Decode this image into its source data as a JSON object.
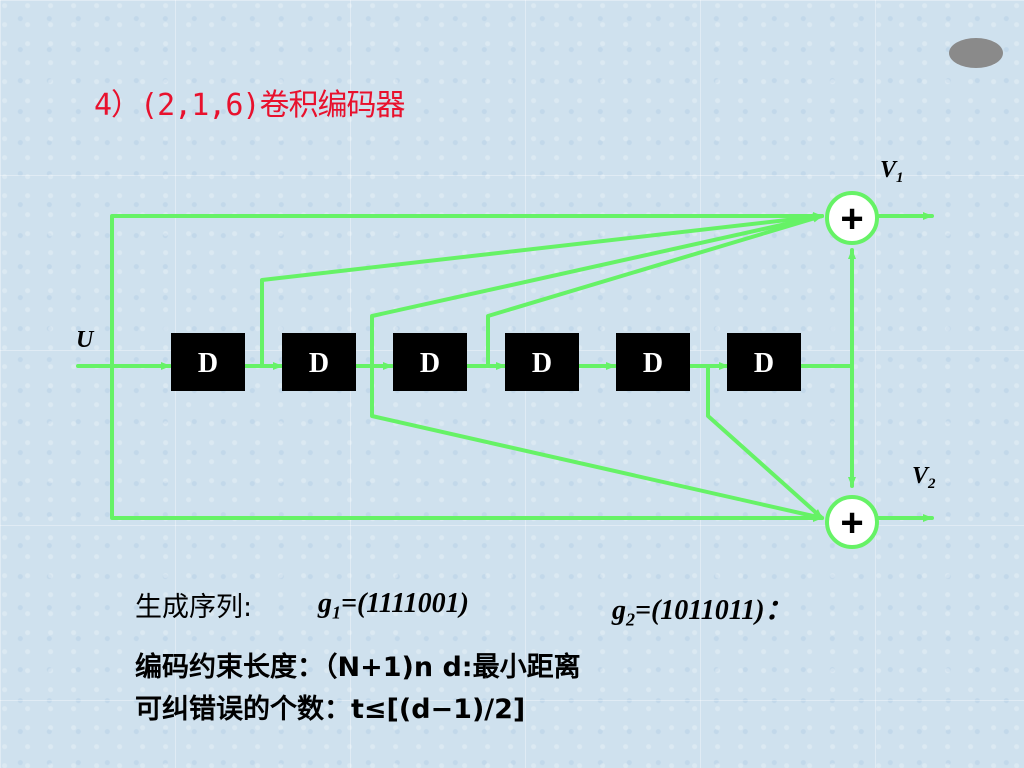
{
  "title": "4）(2,1,6)卷积编码器",
  "diagram": {
    "input_label": "U",
    "register_label": "D",
    "register_count": 6,
    "adder_symbol": "+",
    "output1_label": "V",
    "output1_sub": "1",
    "output2_label": "V",
    "output2_sub": "2",
    "line_color": "#66f266"
  },
  "generators": {
    "label": "生成序列:",
    "g1_name": "g",
    "g1_sub": "1",
    "g1_value": "=(1111001)",
    "g2_name": "g",
    "g2_sub": "2",
    "g2_value": "=(1011011)："
  },
  "constraint_text": "编码约束长度：（N+1)n    d:最小距离",
  "correct_text": "可纠错误的个数：t≤[(d−1)/2]"
}
